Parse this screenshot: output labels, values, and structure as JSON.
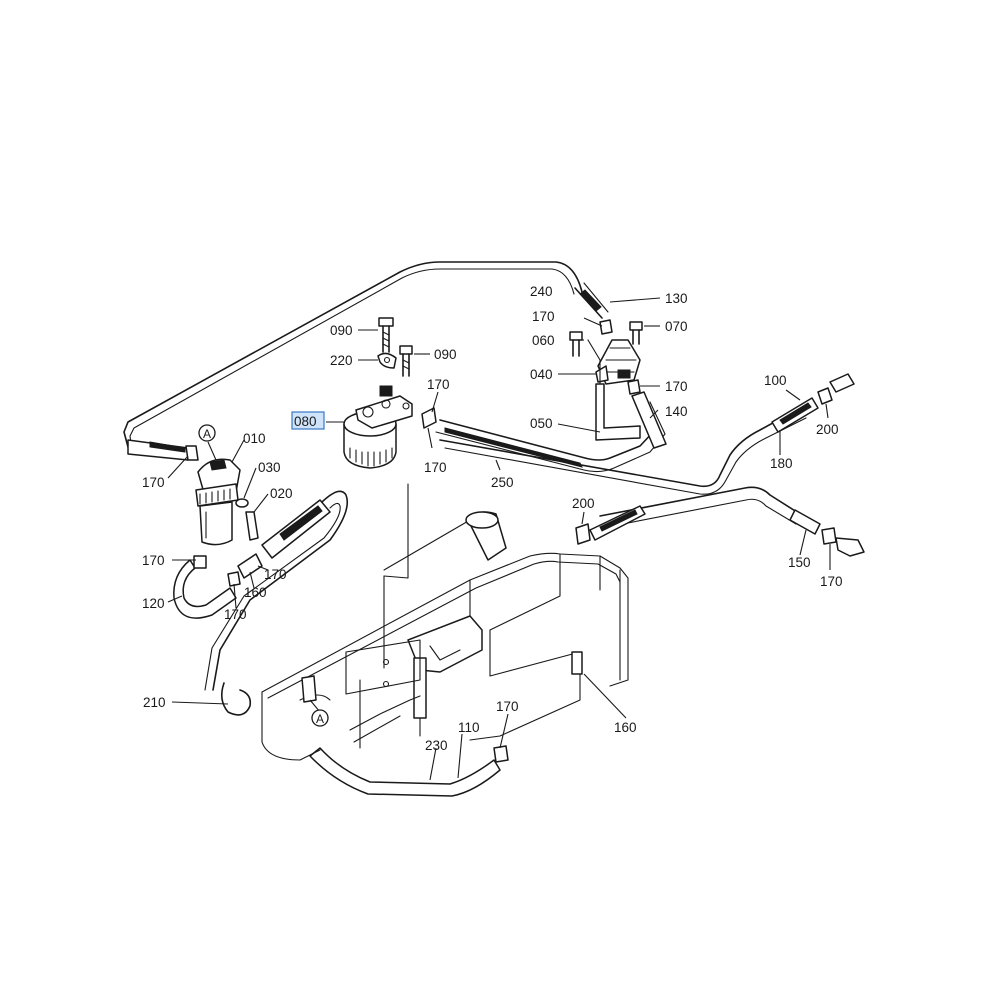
{
  "parts": {
    "p010": "010",
    "p020": "020",
    "p030": "030",
    "p040": "040",
    "p050": "050",
    "p060": "060",
    "p070": "070",
    "p080": "080",
    "p090a": "090",
    "p090b": "090",
    "p100": "100",
    "p110": "110",
    "p120": "120",
    "p130": "130",
    "p140": "140",
    "p150": "150",
    "p160a": "160",
    "p160b": "160",
    "p170": [
      "170",
      "170",
      "170",
      "170",
      "170",
      "170",
      "170",
      "170",
      "170",
      "170"
    ],
    "p180": "180",
    "p200a": "200",
    "p200b": "200",
    "p210": "210",
    "p220": "220",
    "p230": "230",
    "p240": "240",
    "p250": "250"
  },
  "callouts": {
    "a1": "A",
    "a2": "A"
  },
  "selected_part": "080",
  "colors": {
    "line": "#1a1a1a",
    "highlight_fill": "#cfe3fa",
    "highlight_stroke": "#3a78c3"
  }
}
